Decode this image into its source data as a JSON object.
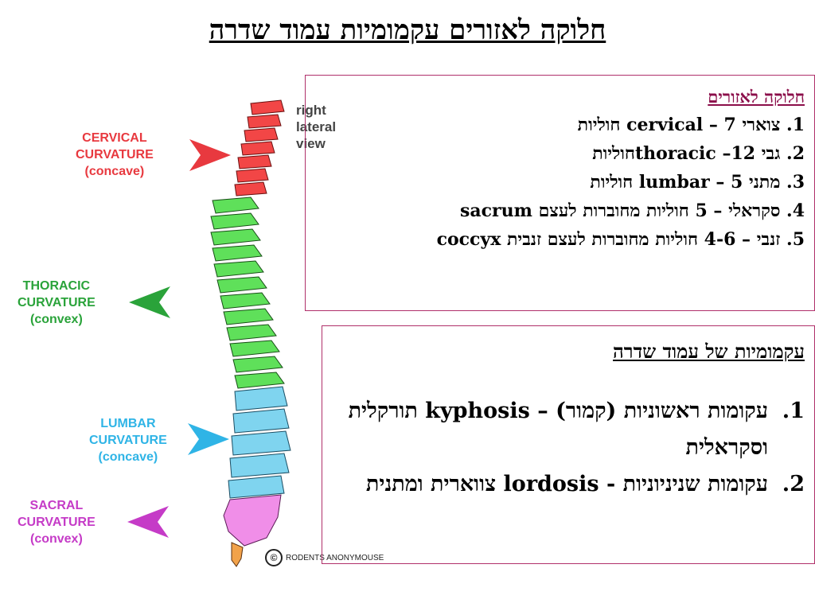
{
  "title": "חלוקה לאזורים עקמומיות עמוד שדרה",
  "diagram": {
    "view_label_line1": "right",
    "view_label_line2": "lateral",
    "view_label_line3": "view",
    "copyright_text": "RODENTS ANONYMOUSE",
    "copyright_symbol": "©",
    "curvatures": [
      {
        "name": "CERVICAL",
        "word": "CURVATURE",
        "type": "(concave)",
        "color": "#e8393f"
      },
      {
        "name": "THORACIC",
        "word": "CURVATURE",
        "type": "(convex)",
        "color": "#2aa33a"
      },
      {
        "name": "LUMBAR",
        "word": "CURVATURE",
        "type": "(concave)",
        "color": "#2fb4e6"
      },
      {
        "name": "SACRAL",
        "word": "CURVATURE",
        "type": "(convex)",
        "color": "#c53bc7"
      }
    ]
  },
  "regions_box": {
    "heading": "חלוקה לאזורים",
    "items": [
      "1. צוארי cervical – 7 חוליות",
      "2. גבי thoracic –12חוליות",
      "3. מתני lumbar – 5 חוליות",
      "4. סקראלי – 5 חוליות מחוברות לעצם sacrum",
      "5. זנבי – 4-6 חוליות מחוברות לעצם זנבית coccyx"
    ]
  },
  "curvature_box": {
    "heading": "עקמומיות של עמוד שדרה",
    "items": [
      {
        "num": "1.",
        "text": "עקומות ראשוניות (קמור) – kyphosis תורקלית וסקראלית"
      },
      {
        "num": "2.",
        "text": "עקומות שניניוניות - lordosis צווארית ומתנית"
      }
    ]
  }
}
